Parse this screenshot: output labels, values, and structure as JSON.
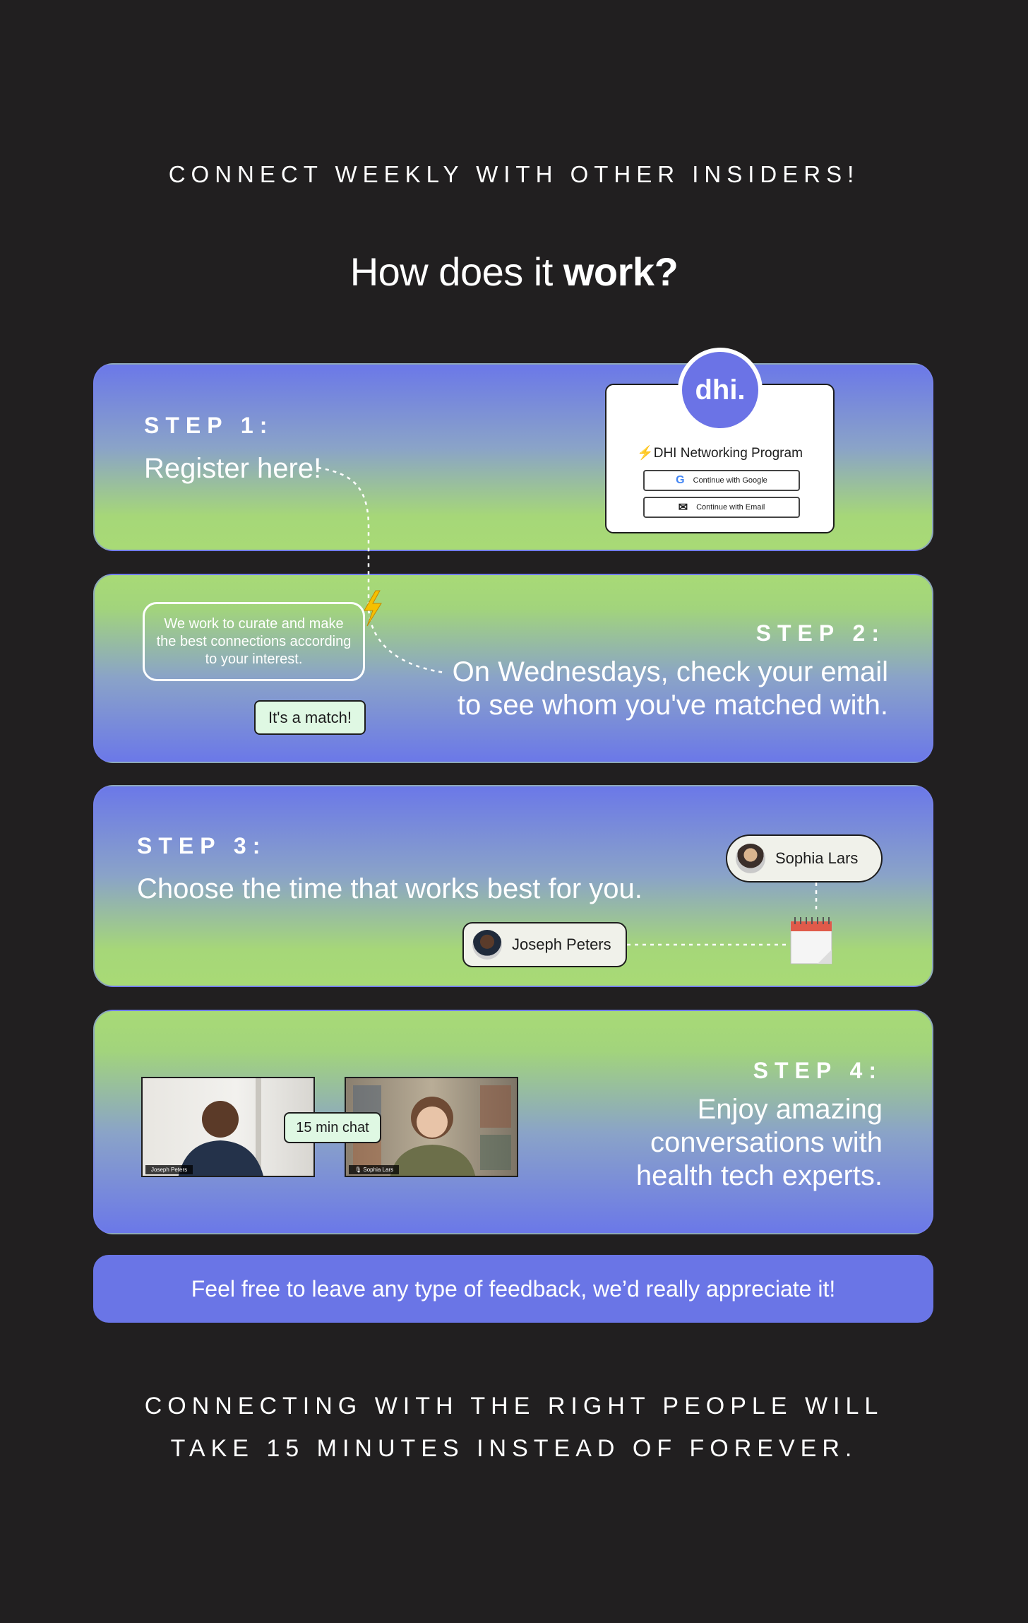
{
  "header": {
    "eyebrow": "CONNECT WEEKLY WITH OTHER INSIDERS!",
    "headline_regular": "How does it ",
    "headline_bold": "work?"
  },
  "step1": {
    "label": "STEP 1:",
    "text": "Register here!",
    "brand": "dhi.",
    "program_title": "⚡DHI Networking Program",
    "google_button": "Continue with Google",
    "email_button": "Continue with Email"
  },
  "step2": {
    "label": "STEP 2:",
    "text_line1": "On Wednesdays, check your email",
    "text_line2": "to see whom you've matched with.",
    "bubble": "We work to curate and make the best connections according to your interest.",
    "match": "It's a match!"
  },
  "step3": {
    "label": "STEP 3:",
    "text": "Choose the time that works best for you.",
    "person_a": "Sophia Lars",
    "person_b": "Joseph Peters"
  },
  "step4": {
    "label": "STEP 4:",
    "text_line1": "Enjoy amazing",
    "text_line2": "conversations with",
    "text_line3": "health tech experts.",
    "chat": "15 min chat",
    "video_a_name": "Joseph Peters",
    "video_b_name": "Sophia Lars"
  },
  "feedback": "Feel free to leave any type of feedback, we’d really appreciate it!",
  "footer": {
    "line1": "CONNECTING WITH THE RIGHT PEOPLE WILL",
    "line2": "TAKE 15 MINUTES INSTEAD OF FOREVER."
  },
  "colors": {
    "background": "#211f20",
    "purple": "#6b78e8",
    "green": "#a8da76",
    "pill": "#dff8e3"
  }
}
